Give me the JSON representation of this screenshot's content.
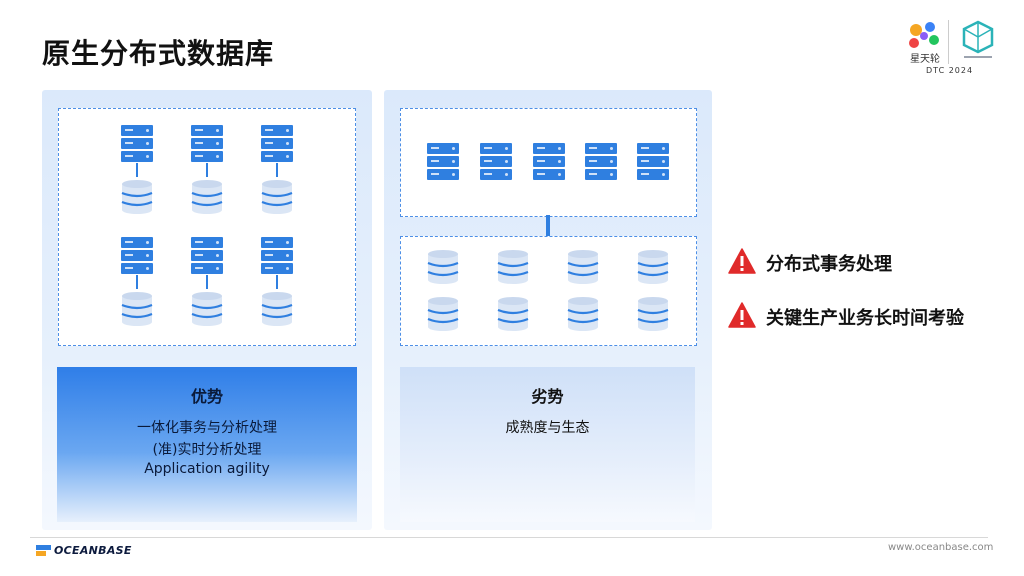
{
  "slide": {
    "title": "原生分布式数据库"
  },
  "logos": {
    "left_text": "星天轮",
    "event_year": "DTC 2024"
  },
  "advantages": {
    "heading": "优势",
    "lines": [
      "一体化事务与分析处理",
      "(准)实时分析处理",
      "Application agility"
    ]
  },
  "disadvantages": {
    "heading": "劣势",
    "lines": [
      "成熟度与生态"
    ]
  },
  "warnings": [
    {
      "text": "分布式事务处理",
      "icon": "warning-icon"
    },
    {
      "text": "关键生产业务长时间考验",
      "icon": "warning-icon"
    }
  ],
  "footer": {
    "brand": "OCEANBASE",
    "url": "www.oceanbase.com"
  },
  "colors": {
    "accent": "#2f7fe0",
    "warning": "#e02a2a",
    "advantage_box": "#2f7ee8",
    "panel_bg": "#dbe9fb"
  }
}
